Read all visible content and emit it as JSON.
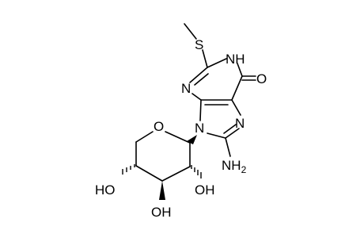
{
  "molecule": {
    "atoms": {
      "S": "S",
      "N1H": "NH",
      "N3": "N",
      "O6": "O",
      "N7": "N",
      "N9": "N",
      "NH2": "NH",
      "NH2_sub": "2",
      "O_ring": "O",
      "OH_left": "HO",
      "OH_bottom": "OH",
      "OH_right": "OH"
    },
    "colors": {
      "bond": "#000000",
      "text": "#000000",
      "background": "#ffffff"
    }
  }
}
